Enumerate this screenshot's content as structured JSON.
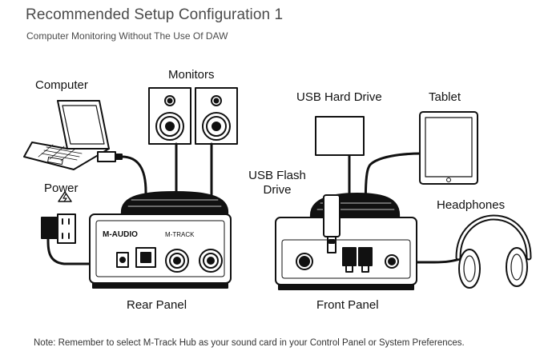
{
  "header": {
    "title": "Recommended Setup Configuration 1",
    "subtitle": "Computer Monitoring Without The Use Of DAW"
  },
  "labels": {
    "computer": "Computer",
    "monitors": "Monitors",
    "power": "Power",
    "usb_hard_drive": "USB Hard Drive",
    "tablet": "Tablet",
    "usb_flash_drive_line1": "USB Flash",
    "usb_flash_drive_line2": "Drive",
    "headphones": "Headphones",
    "rear_panel": "Rear Panel",
    "front_panel": "Front Panel"
  },
  "device_text": {
    "brand": "M-AUDIO",
    "model": "M-TRACK"
  },
  "note": "Note: Remember to select M-Track Hub as your sound card in your Control Panel or System Preferences."
}
